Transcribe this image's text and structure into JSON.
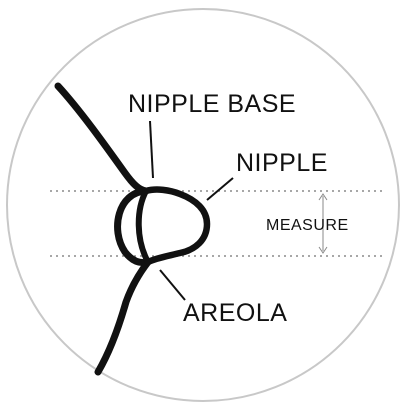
{
  "labels": {
    "nipple_base": "NIPPLE BASE",
    "nipple": "NIPPLE",
    "measure": "MEASURE",
    "areola": "AREOLA"
  },
  "colors": {
    "circle_stroke": "#c8c8c8",
    "ink": "#111111",
    "guide": "#8a8a8a",
    "background": "#ffffff"
  }
}
